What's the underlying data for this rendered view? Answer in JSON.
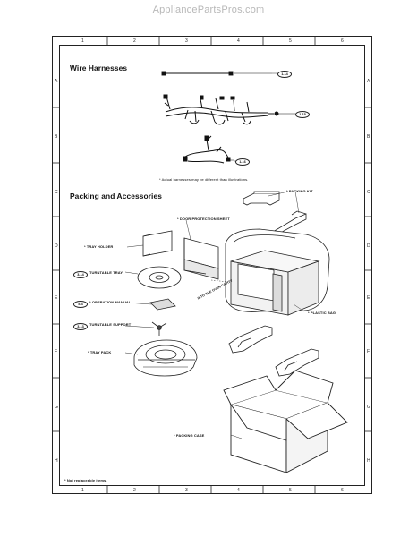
{
  "watermark": "AppliancePartsPros.com",
  "grid": {
    "columns": [
      "1",
      "2",
      "3",
      "4",
      "5",
      "6"
    ],
    "rows": [
      "A",
      "B",
      "C",
      "D",
      "E",
      "F",
      "G",
      "H"
    ]
  },
  "sections": {
    "wire_harnesses": {
      "title": "Wire Harnesses",
      "note": "* Actual harnesses may be different than illustrations.",
      "refs": [
        "1-14",
        "1-15",
        "1-16"
      ]
    },
    "packing": {
      "title": "Packing and Accessories",
      "labels": {
        "packing_kit": "* PACKING KIT",
        "door_sheet": "* DOOR PROTECTION SHEET",
        "tray_holder": "* TRAY HOLDER",
        "turntable_tray": "TURNTABLE TRAY",
        "operation_manual": "* OPERATION MANUAL",
        "turntable_support": "TURNTABLE SUPPORT",
        "tray_pack": "* TRAY PACK",
        "plastic_bag": "* PLASTIC BAG",
        "into_oven": "INTO THE OVEN CAVITY",
        "packing_case": "* PACKING CASE"
      },
      "refs": {
        "turntable_tray": "3-14",
        "operation_manual": "5-4",
        "turntable_support": "3-13"
      }
    },
    "footnote": "* Not replaceable items."
  }
}
